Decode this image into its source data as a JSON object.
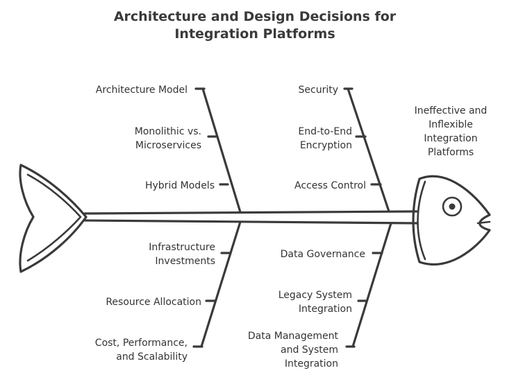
{
  "title": {
    "line1": "Architecture and Design Decisions for",
    "line2": "Integration Platforms"
  },
  "effect": {
    "lines": [
      "Ineffective and",
      "Inflexible",
      "Integration",
      "Platforms"
    ]
  },
  "causes": {
    "architecture": {
      "head": "Architecture Model",
      "item1": [
        "Monolithic vs.",
        "Microservices"
      ],
      "item2": "Hybrid Models"
    },
    "security": {
      "head": "Security",
      "item1": [
        "End-to-End",
        "Encryption"
      ],
      "item2": "Access Control"
    },
    "infrastructure": {
      "head": [
        "Infrastructure",
        "Investments"
      ],
      "item1": "Resource Allocation",
      "item2": [
        "Cost, Performance,",
        "and Scalability"
      ]
    },
    "data": {
      "head": "Data Governance",
      "item1": [
        "Legacy System",
        "Integration"
      ],
      "item2": [
        "Data Management",
        "and System",
        "Integration"
      ]
    }
  }
}
